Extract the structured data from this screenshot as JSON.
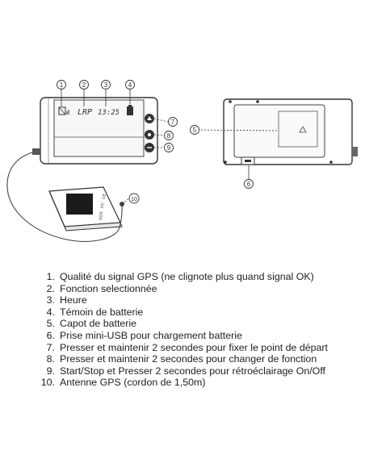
{
  "device_display": {
    "mode_text": "LRP",
    "time_text": "13:25"
  },
  "remote_labels": {
    "label_1": "SOS",
    "label_2": "FC",
    "label_3": "CE"
  },
  "callouts": [
    {
      "number": "1"
    },
    {
      "number": "2"
    },
    {
      "number": "3"
    },
    {
      "number": "4"
    },
    {
      "number": "5"
    },
    {
      "number": "6"
    },
    {
      "number": "7"
    },
    {
      "number": "8"
    },
    {
      "number": "9"
    },
    {
      "number": "10"
    }
  ],
  "legend": [
    {
      "num": "1.",
      "text": "Qualité du signal GPS (ne clignote plus quand signal OK)"
    },
    {
      "num": "2.",
      "text": "Fonction selectionnée"
    },
    {
      "num": "3.",
      "text": "Heure"
    },
    {
      "num": "4.",
      "text": "Témoin de batterie"
    },
    {
      "num": "5.",
      "text": "Capot de batterie"
    },
    {
      "num": "6.",
      "text": "Prise mini-USB pour chargement batterie"
    },
    {
      "num": "7.",
      "text": "Presser et maintenir 2 secondes pour fixer le point de départ"
    },
    {
      "num": "8.",
      "text": "Presser et maintenir 2 secondes pour changer de fonction"
    },
    {
      "num": "9.",
      "text": "Start/Stop et Presser 2 secondes pour rétroéclairage On/Off"
    },
    {
      "num": "10.",
      "text": "Antenne GPS (cordon de 1,50m)"
    }
  ]
}
